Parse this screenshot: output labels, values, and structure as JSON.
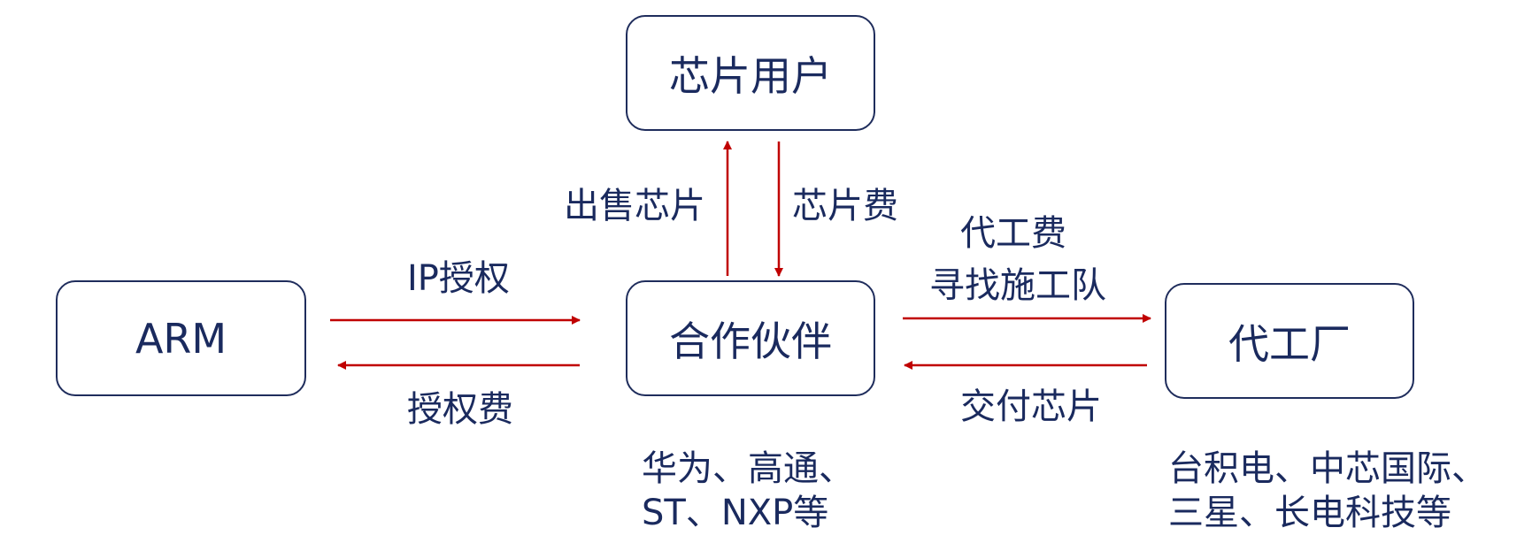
{
  "nodes": {
    "chip_user": "芯片用户",
    "arm": "ARM",
    "partner": "合作伙伴",
    "foundry": "代工厂"
  },
  "edges": {
    "sell_chip": "出售芯片",
    "chip_fee": "芯片费",
    "ip_license": "IP授权",
    "license_fee": "授权费",
    "foundry_fee_line1": "代工费",
    "foundry_fee_line2": "寻找施工队",
    "deliver_chip": "交付芯片"
  },
  "notes": {
    "partner_line1": "华为、高通、",
    "partner_line2": "ST、NXP等",
    "foundry_line1": "台积电、中芯国际、",
    "foundry_line2": "三星、长电科技等"
  },
  "colors": {
    "arrow": "#c00000",
    "box_border": "#1f2d5c",
    "text": "#1a2a5e"
  }
}
